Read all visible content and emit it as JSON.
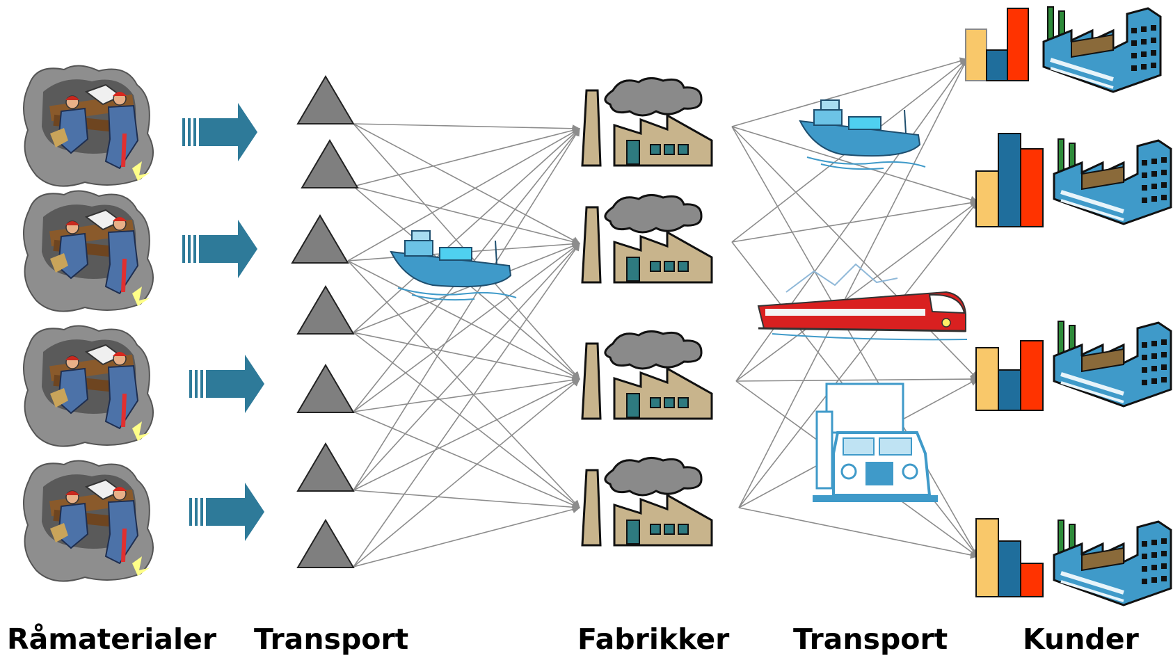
{
  "labels": {
    "raw_materials": "Råmaterialer",
    "transport_1": "Transport",
    "factories": "Fabrikker",
    "transport_2": "Transport",
    "customers": "Kunder"
  },
  "colors": {
    "arrow_blue": "#2E7A99",
    "triangle_gray": "#7F7F7F",
    "link_gray": "#8C8C8C",
    "bar_yellow": "#F9C86A",
    "bar_blue": "#1F6E9C",
    "bar_red": "#FF3300",
    "factory_tan": "#C8B48C",
    "customer_blue": "#3F9AC9",
    "smoke_gray": "#8A8A8A"
  },
  "icons": {
    "mine": "miners-icon",
    "arrow": "block-arrow-icon",
    "depot": "triangle-icon",
    "factory": "factory-icon",
    "ship": "ship-icon",
    "train": "train-icon",
    "truck": "truck-icon",
    "customer": "customer-building-icon",
    "bars": "bar-chart-icon"
  }
}
